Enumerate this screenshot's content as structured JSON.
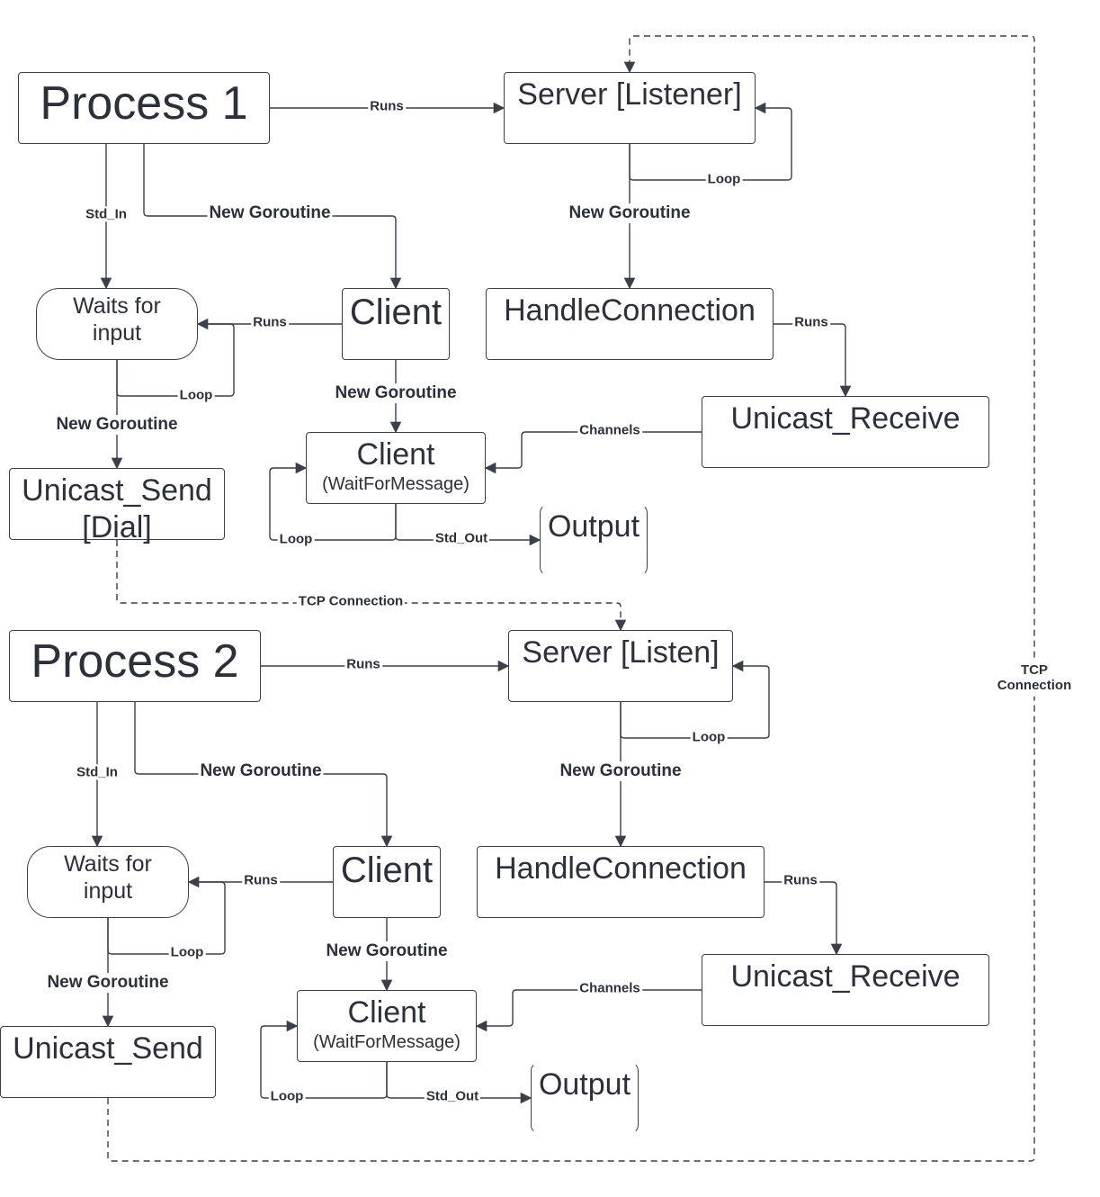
{
  "nodes": {
    "process1": "Process 1",
    "server_listener": "Server [Listener]",
    "waits_input_1": [
      "Waits for",
      "input"
    ],
    "client_1": "Client",
    "handle_connection_1": "HandleConnection",
    "unicast_receive_1": "Unicast_Receive",
    "client_wait_1": [
      "Client",
      "(WaitForMessage)"
    ],
    "unicast_send_dial": [
      "Unicast_Send",
      "[Dial]"
    ],
    "output_1": "Output",
    "process2": "Process 2",
    "server_listen": "Server [Listen]",
    "waits_input_2": [
      "Waits for",
      "input"
    ],
    "client_2": "Client",
    "handle_connection_2": "HandleConnection",
    "unicast_receive_2": "Unicast_Receive",
    "client_wait_2": [
      "Client",
      "(WaitForMessage)"
    ],
    "unicast_send_2": "Unicast_Send",
    "output_2": "Output"
  },
  "edges": {
    "runs": "Runs",
    "loop": "Loop",
    "std_in": "Std_In",
    "std_out": "Std_Out",
    "new_goroutine": "New Goroutine",
    "channels": "Channels",
    "tcp_connection": "TCP Connection",
    "tcp_connection_split": [
      "TCP",
      "Connection"
    ]
  },
  "colors": {
    "line": "#3a3f4a",
    "text": "#2b303b"
  }
}
